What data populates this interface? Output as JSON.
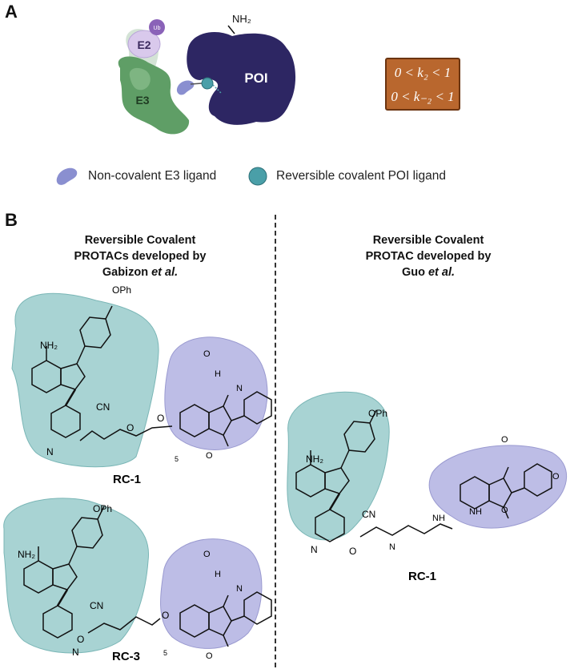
{
  "panel_a": {
    "letter": "A",
    "labels": {
      "e2": "E2",
      "ub": "Ub",
      "e3": "E3",
      "poi": "POI",
      "nh2": "NH₂"
    },
    "kinetics": {
      "line1": "0 < k₂ < 1",
      "line2": "0 < k₋₂ < 1"
    },
    "legend": {
      "noncovalent": "Non-covalent E3 ligand",
      "reversible": "Reversible covalent POI ligand"
    },
    "colors": {
      "poi": "#2d2663",
      "e3": "#5f9e66",
      "e2": "#d9c9ec",
      "ub": "#8a62b8",
      "e3_ligand": "#8a8fd0",
      "poi_ligand": "#4a9fa8",
      "kbox": "#b9672e"
    }
  },
  "panel_b": {
    "letter": "B",
    "left_heading": {
      "line1": "Reversible Covalent",
      "line2": "PROTACs developed by",
      "line3_name": "Gabizon ",
      "line3_suffix": "et al."
    },
    "right_heading": {
      "line1": "Reversible Covalent",
      "line2": "PROTAC developed by",
      "line3_name": "Guo ",
      "line3_suffix": "et al."
    },
    "compounds": [
      {
        "label": "RC-1"
      },
      {
        "label": "RC-3"
      },
      {
        "label": "RC-1"
      }
    ],
    "atoms": {
      "oph": "OPh",
      "nh2": "NH₂",
      "n": "N",
      "cn": "CN",
      "o": "O",
      "nh": "NH",
      "h": "H",
      "subscript5": "5"
    },
    "colors": {
      "poi_blob": "#a8d3d3",
      "e3_blob": "#bdbde6"
    }
  }
}
